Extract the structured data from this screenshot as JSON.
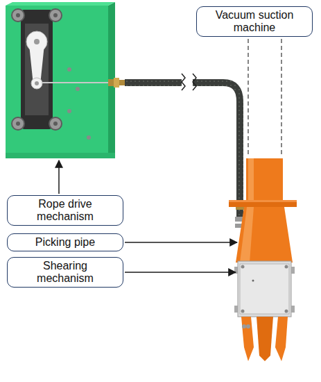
{
  "diagram": {
    "nodes": [
      {
        "text": [
          "Vacuum suction machine"
        ]
      },
      {
        "text": [
          "Rope drive mechanism"
        ]
      },
      {
        "text": [
          "Picking pipe"
        ]
      },
      {
        "text": [
          "Shearing mechanism"
        ]
      }
    ]
  }
}
